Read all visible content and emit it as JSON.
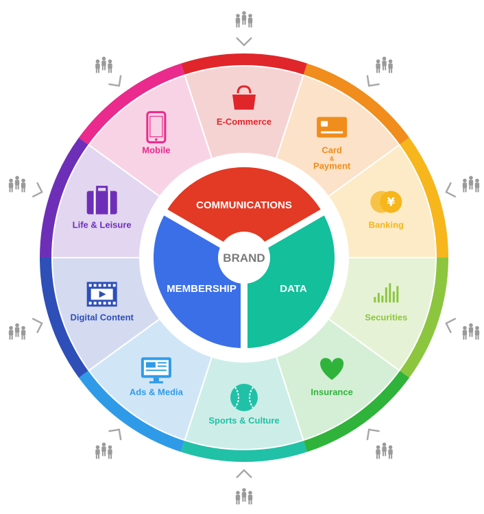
{
  "center": {
    "label": "BRAND",
    "color": "#7a7a7a"
  },
  "core": [
    {
      "label": "COMMUNICATIONS",
      "color": "#e23a24"
    },
    {
      "label": "DATA",
      "color": "#14bf9b"
    },
    {
      "label": "MEMBERSHIP",
      "color": "#3a6fe8"
    }
  ],
  "segments": [
    {
      "label": "E-Commerce",
      "icon": "shopping-bag-icon",
      "color": "#e0262b",
      "light": "#f6d3d3"
    },
    {
      "label": "Card & Payment",
      "icon": "card-icon",
      "color": "#f08d1c",
      "light": "#fbe2c8"
    },
    {
      "label": "Banking",
      "icon": "yen-coin-icon",
      "color": "#f6b61c",
      "light": "#fcebc6"
    },
    {
      "label": "Securities",
      "icon": "stock-chart-icon",
      "color": "#8cc63f",
      "light": "#e6f2d6"
    },
    {
      "label": "Insurance",
      "icon": "heart-icon",
      "color": "#2fb33a",
      "light": "#d4efd6"
    },
    {
      "label": "Sports & Culture",
      "icon": "baseball-icon",
      "color": "#21c1a7",
      "light": "#cdeee8"
    },
    {
      "label": "Ads & Media",
      "icon": "monitor-icon",
      "color": "#2f9be8",
      "light": "#d0e6f7"
    },
    {
      "label": "Digital Content",
      "icon": "film-icon",
      "color": "#2e4fb8",
      "light": "#d4daf0"
    },
    {
      "label": "Life & Leisure",
      "icon": "suitcase-icon",
      "color": "#6e2fb8",
      "light": "#e3d6f1"
    },
    {
      "label": "Mobile",
      "icon": "smartphone-icon",
      "color": "#ea2a8c",
      "light": "#f8d3e6"
    }
  ],
  "people_icon": "people-group-icon",
  "arrow_icon": "chevron-arrow-icon"
}
